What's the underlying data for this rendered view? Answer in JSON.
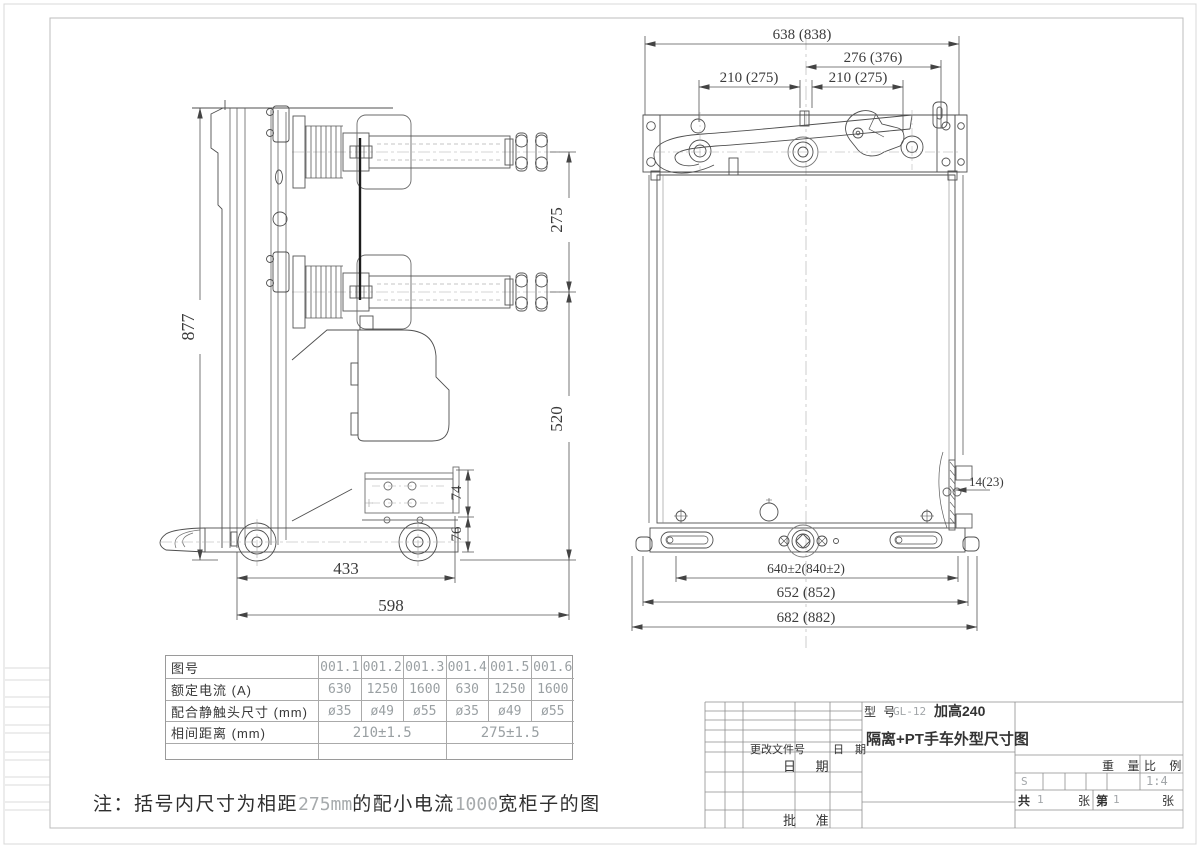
{
  "dims": {
    "side": {
      "overall_height": "877",
      "phase_spacing": "275",
      "lower_height": "520",
      "bracket_height": "74",
      "base_height": "76",
      "inner_width": "433",
      "overall_width": "598"
    },
    "front": {
      "top_overall": "638 (838)",
      "top_right": "276 (376)",
      "half_left": "210 (275)",
      "half_right": "210 (275)",
      "edge_offset": "14(23)",
      "base_inner": "640±2(840±2)",
      "base_mid": "652 (852)",
      "base_overall": "682 (882)"
    }
  },
  "spec_table": {
    "rows": [
      {
        "label": "图号",
        "values": [
          "001.1",
          "001.2",
          "001.3",
          "001.4",
          "001.5",
          "001.6"
        ]
      },
      {
        "label": "额定电流 (A)",
        "values": [
          "630",
          "1250",
          "1600",
          "630",
          "1250",
          "1600"
        ]
      },
      {
        "label": "配合静触头尺寸 (mm)",
        "values": [
          "ø35",
          "ø49",
          "ø55",
          "ø35",
          "ø49",
          "ø55"
        ]
      },
      {
        "label": "相间距离  (mm)",
        "values": [
          "210±1.5",
          "275±1.5"
        ]
      }
    ]
  },
  "title_block": {
    "model_label": "型 号",
    "model_value": "GL-12",
    "model_suffix": "加高240",
    "drawing_title": "隔离+PT手车外型尺寸图",
    "change_file_label": "更改文件号",
    "change_date_label": "日 期",
    "date_label": "日 期",
    "approve_label": "批 准",
    "weight_label": "重 量",
    "scale_label": "比 例",
    "stamp": "S",
    "scale_value": "1:4",
    "sheets_total_label": "共",
    "sheets_total_value": "1",
    "sheets_total_unit": "张",
    "sheet_no_label": "第",
    "sheet_no_value": "1",
    "sheet_no_unit": "张"
  },
  "note": {
    "prefix": "注：括号内尺寸为相距",
    "dim1": "275mm",
    "middle": "的配小电流",
    "dim2": "1000",
    "suffix": "宽柜子的图"
  }
}
